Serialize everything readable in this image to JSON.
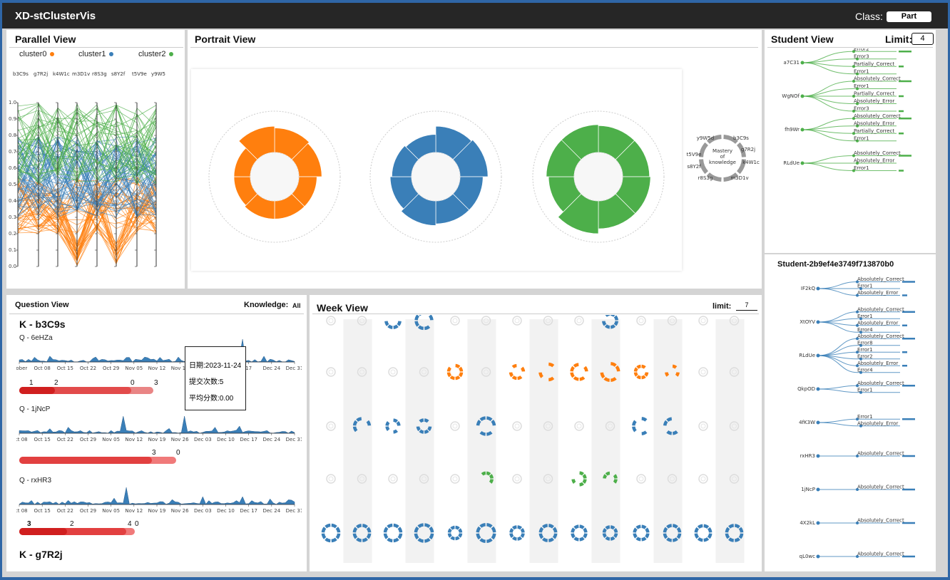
{
  "app": {
    "title": "XD-stClusterVis",
    "class_label": "Class:",
    "class_value": "Part"
  },
  "parallel": {
    "title": "Parallel View",
    "legend": [
      {
        "name": "cluster0",
        "color": "#ff7f0e"
      },
      {
        "name": "cluster1",
        "color": "#3a7fb8"
      },
      {
        "name": "cluster2",
        "color": "#4daf4a"
      }
    ],
    "axes": [
      "b3C9s",
      "g7R2j",
      "k4W1c",
      "m3D1v",
      "r8S3g",
      "s8Y2f",
      "t5V9e",
      "y9W5"
    ],
    "ticks": [
      "1.0",
      "0.9",
      "0.8",
      "0.7",
      "0.6",
      "0.5",
      "0.4",
      "0.3",
      "0.2",
      "0.1",
      "0.0"
    ]
  },
  "portrait": {
    "title": "Portrait View",
    "legend_center": [
      "Mastery",
      "of",
      "knowledge"
    ],
    "legend_labels": [
      "y9W5d",
      "b3C9s",
      "g7R2j",
      "k4W1c",
      "m3D1v",
      "r8S3g",
      "s8Y2f",
      "t5V9e"
    ],
    "roses": [
      {
        "color": "#ff7f0e",
        "values": [
          0.75,
          0.7,
          0.55,
          0.55,
          0.55,
          0.5,
          0.5,
          0.8
        ]
      },
      {
        "color": "#3a7fb8",
        "values": [
          0.8,
          0.85,
          0.7,
          0.7,
          0.75,
          0.65,
          0.6,
          0.55
        ]
      },
      {
        "color": "#4daf4a",
        "values": [
          0.82,
          0.82,
          0.85,
          0.85,
          1.0,
          0.78,
          0.85,
          0.85
        ]
      }
    ]
  },
  "student": {
    "title": "Student View",
    "limit_label": "Limit:",
    "limit_value": "4",
    "students": [
      {
        "id": "a7C31",
        "labels": [
          "Error2",
          "Error3",
          "Partially_Correct",
          "Error1"
        ]
      },
      {
        "id": "WgNOf",
        "labels": [
          "Absolutely_Correct",
          "Error1",
          "Partially_Correct",
          "Absolutely_Error",
          "Error3"
        ]
      },
      {
        "id": "fh9Wr",
        "labels": [
          "Absolutely_Correct",
          "Absolutely_Error",
          "Partially_Correct",
          "Error1"
        ]
      },
      {
        "id": "RLdUe",
        "labels": [
          "Absolutely_Correct",
          "Absolutely_Error",
          "Error1"
        ]
      }
    ],
    "detail_title": "Student-2b9ef4e3749f713870b0",
    "detail": [
      {
        "id": "IF2kQ",
        "labels": [
          "Absolutely_Correct",
          "Error1",
          "Absolutely_Error"
        ]
      },
      {
        "id": "XtOYV",
        "labels": [
          "Absolutely_Correct",
          "Error1",
          "Absolutely_Error",
          "Error4"
        ]
      },
      {
        "id": "RLdUe",
        "labels": [
          "Absolutely_Correct",
          "Error8",
          "Error1",
          "Error2",
          "Absolutely_Error",
          "Error4"
        ]
      },
      {
        "id": "QkpOD",
        "labels": [
          "Absolutely_Correct",
          "Error1"
        ]
      },
      {
        "id": "4fK3W",
        "labels": [
          "Error1",
          "Absolutely_Error"
        ]
      },
      {
        "id": "rxHR3",
        "labels": [
          "Absolutely_Correct"
        ]
      },
      {
        "id": "1jNcP",
        "labels": [
          "Absolutely_Correct"
        ]
      },
      {
        "id": "4X2kL",
        "labels": [
          "Absolutely_Correct"
        ]
      },
      {
        "id": "qL0wc",
        "labels": [
          "Absolutely_Correct"
        ]
      }
    ]
  },
  "question": {
    "title": "Question View",
    "knowledge_label": "Knowledge:",
    "knowledge_value": "All",
    "k1": "K - b3C9s",
    "k2": "K - g7R2j",
    "questions": [
      {
        "name": "Q - 6eHZa",
        "dates": [
          "ctober",
          "Oct 08",
          "Oct 15",
          "Oct 22",
          "Oct 29",
          "Nov 05",
          "Nov 12",
          "Nov 19",
          "Nov 26",
          "Dec 03",
          "17",
          "Dec 24",
          "Dec 31"
        ],
        "bar_nums": [
          "1",
          "2",
          "0",
          "3"
        ]
      },
      {
        "name": "Q - 1jNcP",
        "dates": [
          "Oct 08",
          "Oct 15",
          "Oct 22",
          "Oct 29",
          "Nov 05",
          "Nov 12",
          "Nov 19",
          "Nov 26",
          "Dec 03",
          "Dec 10",
          "Dec 17",
          "Dec 24",
          "Dec 31"
        ],
        "bar_nums": [
          "3",
          "0"
        ]
      },
      {
        "name": "Q - rxHR3",
        "dates": [
          "Oct 08",
          "Oct 15",
          "Oct 22",
          "Oct 29",
          "Nov 05",
          "Nov 12",
          "Nov 19",
          "Nov 26",
          "Dec 03",
          "Dec 10",
          "Dec 17",
          "Dec 24",
          "Dec 31"
        ],
        "bar_nums": [
          "3",
          "2",
          "4",
          "0"
        ]
      }
    ],
    "tooltip": {
      "date": "日期:2023-11-24",
      "count": "提交次数:5",
      "score": "平均分数:0.00"
    }
  },
  "week": {
    "title": "Week View",
    "limit_label": "limit:",
    "limit_value": "7"
  }
}
